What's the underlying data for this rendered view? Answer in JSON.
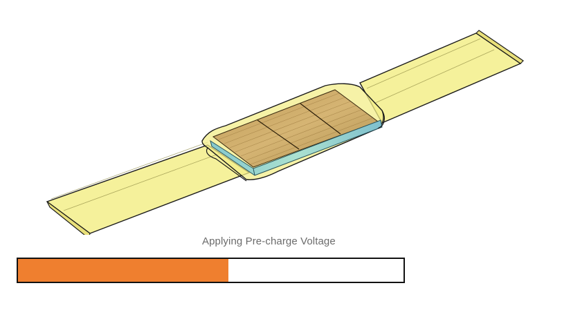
{
  "status": {
    "label": "Applying Pre-charge Voltage"
  },
  "progress": {
    "fraction": 0.545,
    "fill_color": "#ef7f2f",
    "track_color": "#ffffff",
    "border_color": "#111111"
  },
  "device": {
    "name": "pre-charge-device",
    "film_color": "#f3ee8a",
    "stack_color": "#c8a46a",
    "electrode_color": "#8fd3cf"
  }
}
